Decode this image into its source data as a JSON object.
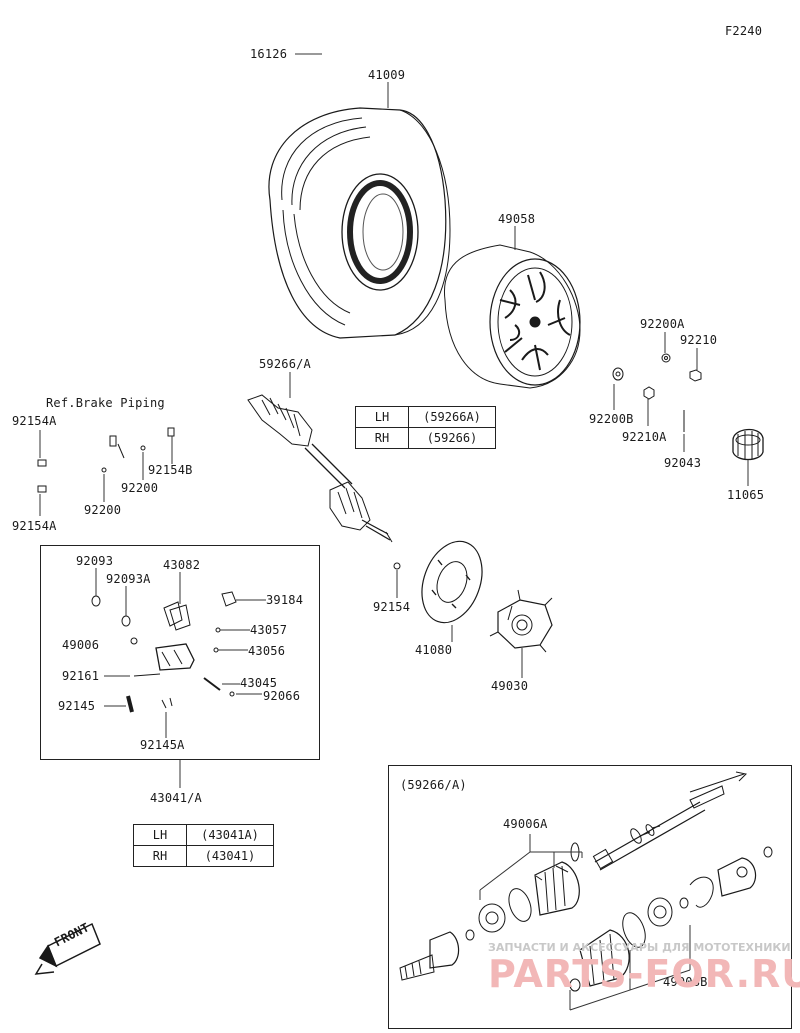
{
  "page_code": "F2240",
  "labels": {
    "l16126": "16126",
    "l41009": "41009",
    "l49058": "49058",
    "l59266A": "59266/A",
    "l92200A": "92200A",
    "l92210": "92210",
    "l92200B": "92200B",
    "l92210A": "92210A",
    "l92043": "92043",
    "l11065": "11065",
    "ref_brake": "Ref.Brake Piping",
    "l92154A_top": "92154A",
    "l92154A_bot": "92154A",
    "l92154B": "92154B",
    "l92200_a": "92200",
    "l92200_b": "92200",
    "l92154": "92154",
    "l41080": "41080",
    "l49030": "49030",
    "l92093": "92093",
    "l92093A": "92093A",
    "l43082": "43082",
    "l39184": "39184",
    "l43057": "43057",
    "l49006": "49006",
    "l43056": "43056",
    "l92161": "92161",
    "l43045": "43045",
    "l92066": "92066",
    "l92145": "92145",
    "l92145A": "92145A",
    "l43041A": "43041/A",
    "inset_title": "(59266/A)",
    "l49006A": "49006A",
    "l49008B": "49008B",
    "front": "FRONT"
  },
  "table_shaft": {
    "rows": [
      {
        "side": "LH",
        "part": "(59266A)"
      },
      {
        "side": "RH",
        "part": "(59266)"
      }
    ]
  },
  "table_caliper": {
    "rows": [
      {
        "side": "LH",
        "part": "(43041A)"
      },
      {
        "side": "RH",
        "part": "(43041)"
      }
    ]
  },
  "watermark": {
    "line1": "ЗАПЧАСТИ И АКСЕССУАРЫ ДЛЯ МОТОТЕХНИКИ",
    "line2": "PARTS-FOR.RU"
  },
  "colors": {
    "line": "#1a1a1a",
    "watermark_red": "#f2b7b7",
    "watermark_gray": "#c8c8c8"
  }
}
